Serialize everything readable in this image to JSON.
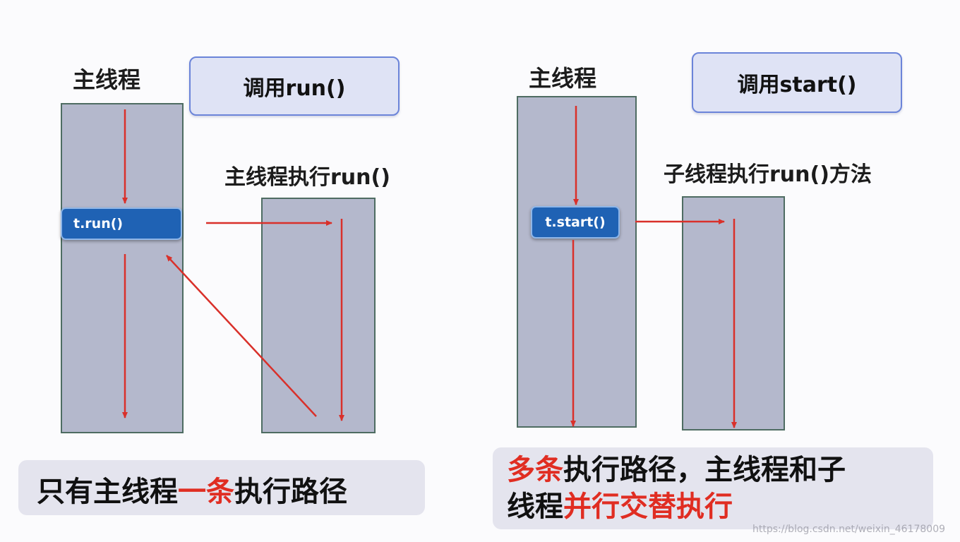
{
  "left": {
    "title": "主线程",
    "callout": "调用run()",
    "method_label": "t.run()",
    "side_label": "主线程执行run()",
    "summary": {
      "part1": "只有主线程",
      "highlight": "一条",
      "part2": "执行路径"
    }
  },
  "right": {
    "title": "主线程",
    "callout": "调用start()",
    "method_label": "t.start()",
    "side_label": "子线程执行run()方法",
    "summary": {
      "highlight1": "多条",
      "text1": "执行路径，主线程和子",
      "text2": "线程",
      "highlight2": "并行交替执行"
    }
  },
  "watermark": "https://blog.csdn.net/weixin_46178009",
  "colors": {
    "arrow": "#d9302a",
    "column_fill": "#b4b8cc",
    "method_fill": "#1f62b4",
    "highlight_text": "#e02d22"
  }
}
